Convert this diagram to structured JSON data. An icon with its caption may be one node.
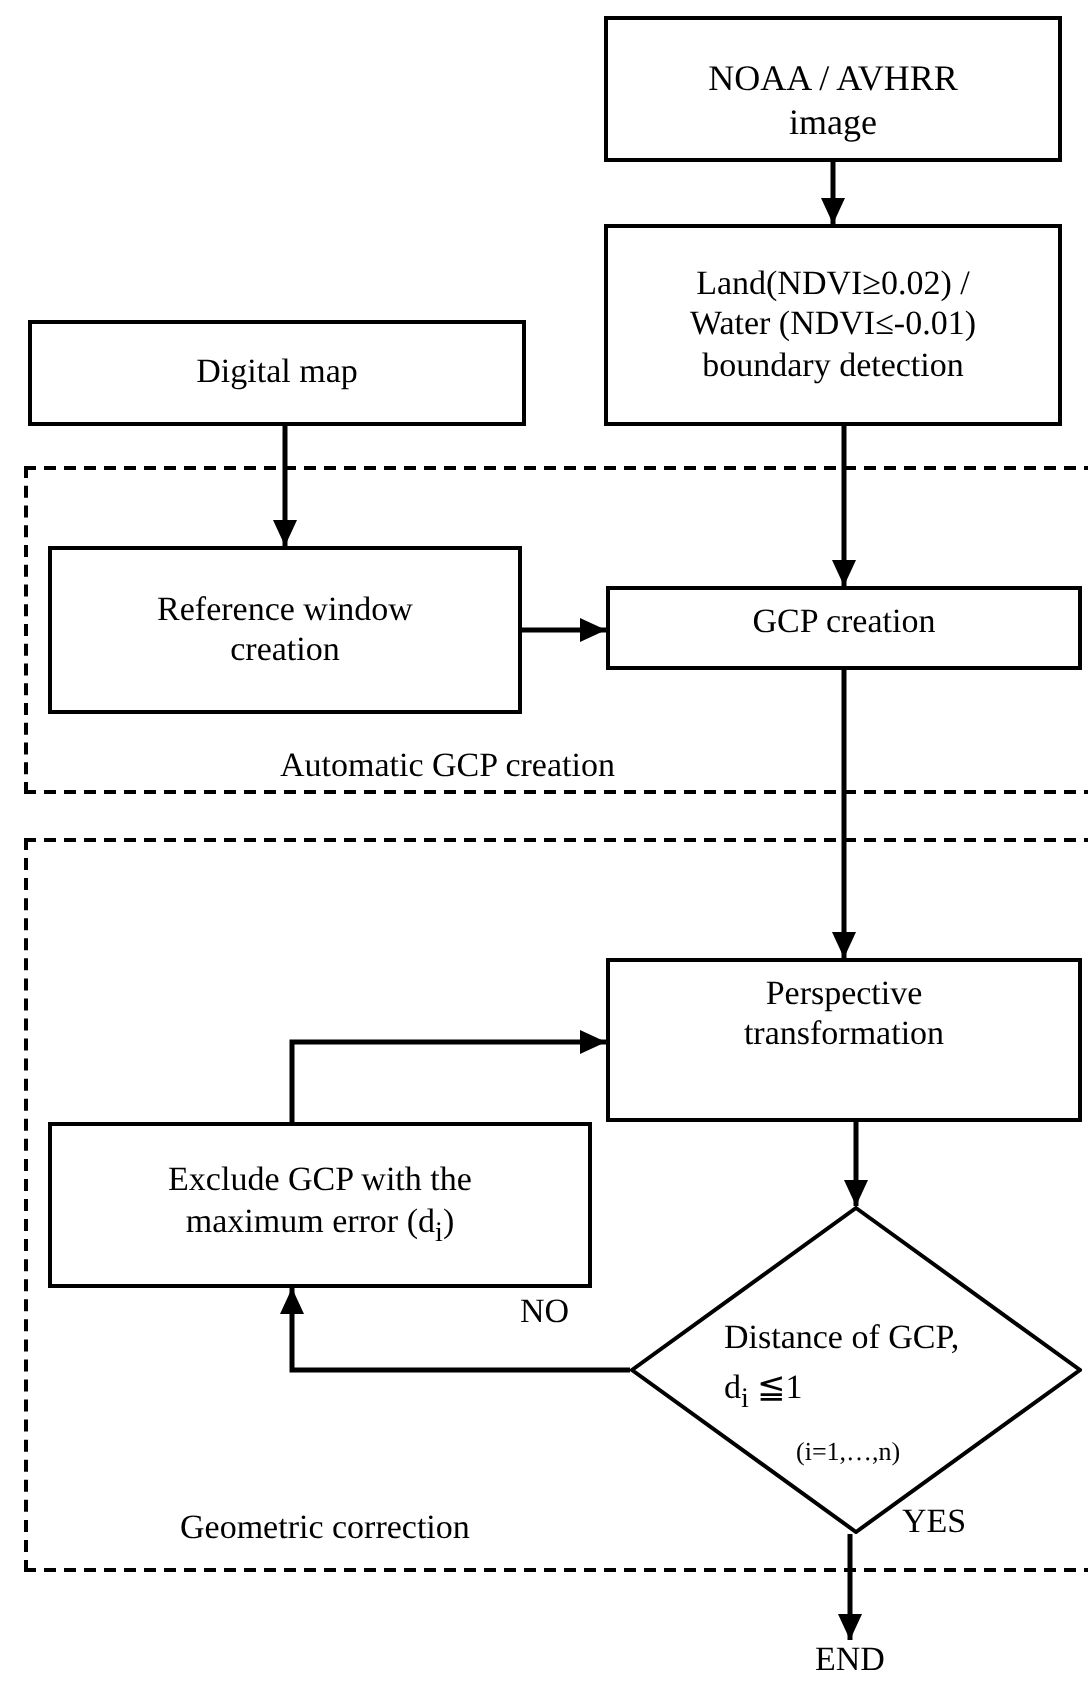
{
  "diagram": {
    "nodes": [
      {
        "text": [
          "NOAA / AVHRR image"
        ]
      },
      {
        "text": [
          "Land(NDVI≥0.02) / Water (NDVI≤-0.01) boundary detection"
        ]
      },
      {
        "text": [
          "Digital map"
        ]
      },
      {
        "text": [
          "Automatic GCP creation"
        ]
      },
      {
        "text": [
          "Reference window creation"
        ],
        "in": 3
      },
      {
        "text": [
          "GCP creation"
        ],
        "in": 3
      },
      {
        "text": [
          "Geometric correction"
        ]
      },
      {
        "text": [
          "Perspective transformation"
        ],
        "in": 6
      },
      {
        "text": [
          "Exclude GCP with the maximum error (d$_{i}$)"
        ],
        "in": 6
      },
      {
        "text": [
          "Distance of GCP, d$_{i}$ ≦1",
          "(i=1,…,n)"
        ],
        "in": 6
      },
      {
        "text": [
          "END"
        ]
      }
    ],
    "edges": [
      {
        "from": 0,
        "to": 1,
        "arrow": "to"
      },
      {
        "from": 2,
        "to": 4,
        "arrow": "to"
      },
      {
        "from": 1,
        "to": 5,
        "arrow": "to"
      },
      {
        "from": 4,
        "to": 5,
        "arrow": "to"
      },
      {
        "from": 5,
        "to": 7,
        "arrow": "to"
      },
      {
        "from": 7,
        "to": 9,
        "arrow": "to"
      },
      {
        "from": 9,
        "to": 8,
        "arrow": "to",
        "label": "NO"
      },
      {
        "from": 8,
        "to": 7,
        "arrow": "to"
      },
      {
        "from": 9,
        "to": 10,
        "arrow": "to",
        "label": "YES"
      }
    ]
  }
}
